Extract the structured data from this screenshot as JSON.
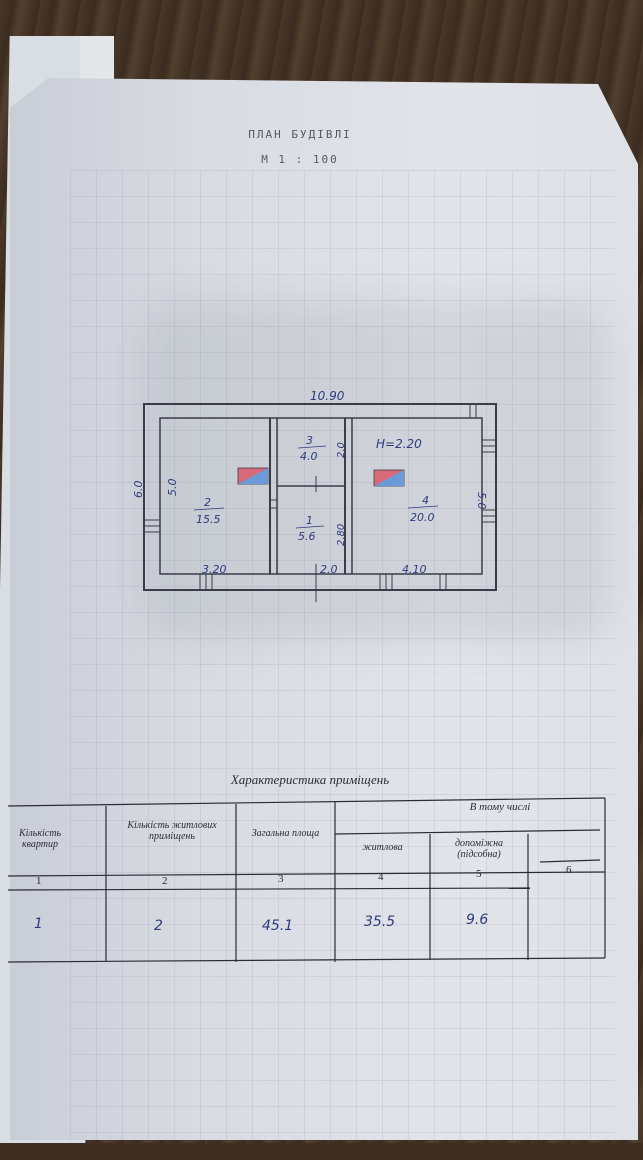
{
  "document": {
    "title": "ПЛАН БУДІВЛІ",
    "scale": "М 1 : 100"
  },
  "floor_plan": {
    "overall_width": "10.90",
    "left_height": "6.0",
    "left_room_height": "5.0",
    "right_height": "5.0",
    "ceiling": "Н=2.20",
    "rooms": [
      {
        "number": "2",
        "area": "15.5"
      },
      {
        "number": "3",
        "area": "4.0"
      },
      {
        "number": "1",
        "area": "5.6"
      },
      {
        "number": "4",
        "area": "20.0"
      }
    ],
    "dims": {
      "room3_side": "2.0",
      "room1_side": "2.80",
      "bottom_left": "3.20",
      "bottom_middle": "2.0",
      "bottom_right": "4.10"
    }
  },
  "table": {
    "title": "Характеристика приміщень",
    "headers": {
      "apartments": "Кількість квартир",
      "living_rooms": "Кількість житлових приміщень",
      "total_area": "Загальна площа",
      "including": "В тому числі",
      "living": "житлова",
      "auxiliary": "допоміжна (підсобна)"
    },
    "column_numbers": [
      "1",
      "2",
      "3",
      "4",
      "5",
      "6"
    ],
    "row": {
      "apartments": "1",
      "living_rooms": "2",
      "total_area": "45.1",
      "living": "35.5",
      "auxiliary": "9.6"
    }
  }
}
